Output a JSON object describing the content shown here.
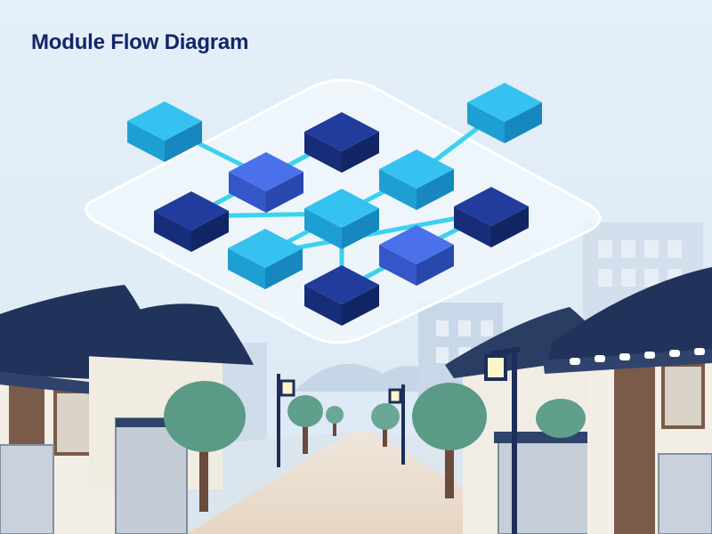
{
  "title": "Module Flow Diagram",
  "colors": {
    "sky": "#e4eff8",
    "platform": "#f2f8fc",
    "platform_edge": "#ffffff",
    "connector": "#3cd2f0",
    "module_light": "#2bb8ec",
    "module_mid": "#3f68e6",
    "module_dark": "#1d3693",
    "roof": "#21335a",
    "wall": "#f4efe6",
    "tree": "#5a9a86",
    "road": "#eadfd2"
  },
  "diagram": {
    "modules": [
      {
        "id": "m1",
        "shade": "light"
      },
      {
        "id": "m2",
        "shade": "dark"
      },
      {
        "id": "m3",
        "shade": "light"
      },
      {
        "id": "m4",
        "shade": "mid"
      },
      {
        "id": "m5",
        "shade": "light"
      },
      {
        "id": "m6",
        "shade": "dark"
      },
      {
        "id": "m7",
        "shade": "light"
      },
      {
        "id": "m8",
        "shade": "dark"
      },
      {
        "id": "m9",
        "shade": "light"
      },
      {
        "id": "m10",
        "shade": "mid"
      },
      {
        "id": "m11",
        "shade": "dark"
      }
    ],
    "links": [
      [
        "m1",
        "m4"
      ],
      [
        "m4",
        "m2"
      ],
      [
        "m4",
        "m6"
      ],
      [
        "m5",
        "m3"
      ],
      [
        "m5",
        "m9"
      ],
      [
        "m9",
        "m8"
      ],
      [
        "m6",
        "m7"
      ],
      [
        "m7",
        "m11"
      ],
      [
        "m11",
        "m10"
      ],
      [
        "m10",
        "m8"
      ]
    ]
  }
}
